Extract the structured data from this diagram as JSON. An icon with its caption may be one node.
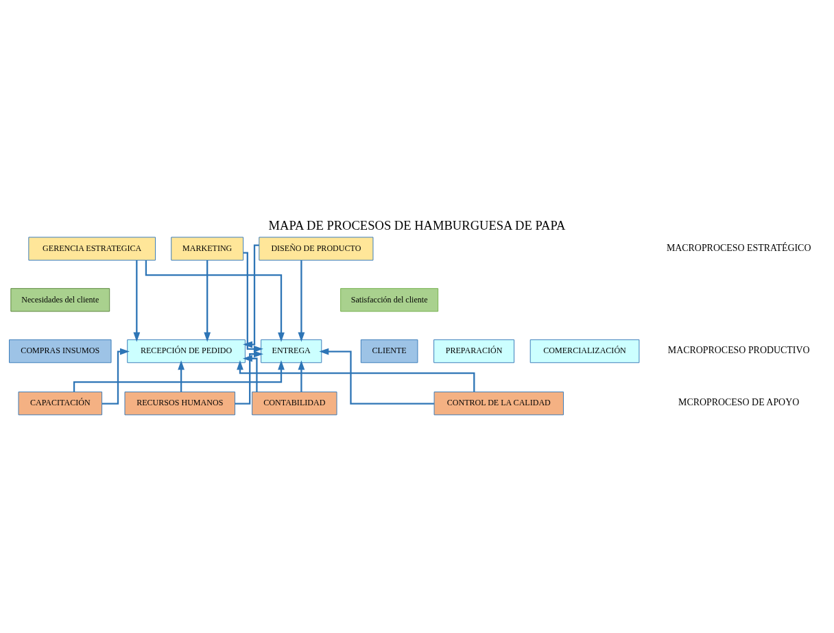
{
  "diagram": {
    "title": "MAPA DE PROCESOS DE HAMBURGUESA DE PAPA",
    "nodes": [
      {
        "text": [
          "GERENCIA ESTRATEGICA"
        ]
      },
      {
        "text": [
          "MARKETING"
        ]
      },
      {
        "text": [
          "DISEÑO DE PRODUCTO"
        ]
      },
      {
        "text": [
          "Necesidades del cliente"
        ]
      },
      {
        "text": [
          "Satisfacción del cliente"
        ]
      },
      {
        "text": [
          "COMPRAS INSUMOS"
        ]
      },
      {
        "text": [
          "RECEPCIÓN DE PEDIDO"
        ]
      },
      {
        "text": [
          "PREPARACIÓN"
        ]
      },
      {
        "text": [
          "COMERCIALIZACIÓN"
        ]
      },
      {
        "text": [
          "ENTREGA"
        ]
      },
      {
        "text": [
          "CLIENTE"
        ]
      },
      {
        "text": [
          "CAPACITACIÓN"
        ]
      },
      {
        "text": [
          "RECURSOS HUMANOS"
        ]
      },
      {
        "text": [
          "CONTABILIDAD"
        ]
      },
      {
        "text": [
          "CONTROL DE LA CALIDAD"
        ]
      }
    ],
    "edges": [
      {
        "from": 0,
        "to": 6,
        "arrow": "to"
      },
      {
        "from": 0,
        "to": 9,
        "arrow": "to"
      },
      {
        "from": 1,
        "to": 6,
        "arrow": "to"
      },
      {
        "from": 1,
        "to": 9,
        "arrow": "to"
      },
      {
        "from": 2,
        "to": 6,
        "arrow": "to"
      },
      {
        "from": 2,
        "to": 9,
        "arrow": "to"
      },
      {
        "from": 11,
        "to": 6,
        "arrow": "to"
      },
      {
        "from": 11,
        "to": 9,
        "arrow": "to"
      },
      {
        "from": 12,
        "to": 6,
        "arrow": "to"
      },
      {
        "from": 12,
        "to": 9,
        "arrow": "to"
      },
      {
        "from": 13,
        "to": 6,
        "arrow": "to"
      },
      {
        "from": 13,
        "to": 9,
        "arrow": "to"
      },
      {
        "from": 14,
        "to": 6,
        "arrow": "to"
      },
      {
        "from": 14,
        "to": 9,
        "arrow": "to"
      }
    ],
    "labels": [
      "MACROPROCESO ESTRATÉGICO",
      "MACROPROCESO PRODUCTIVO",
      "MCROPROCESO DE APOYO"
    ]
  }
}
